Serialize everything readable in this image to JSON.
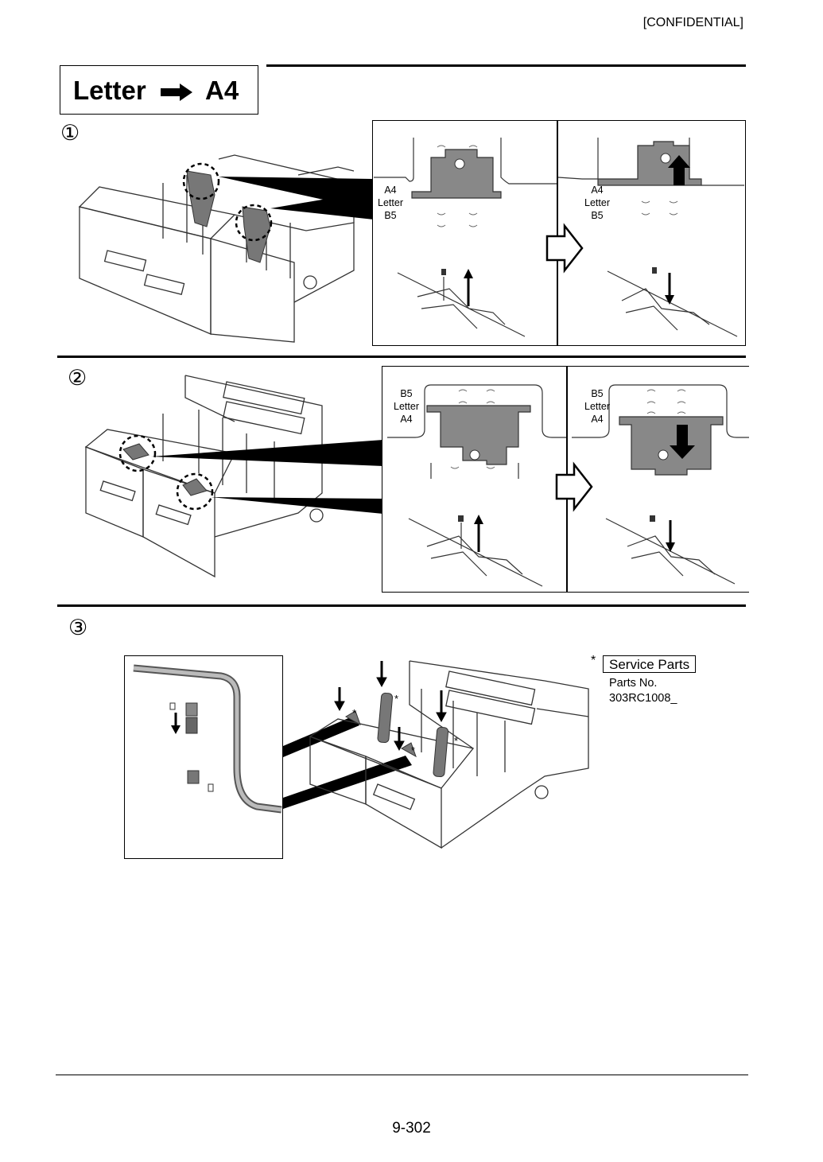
{
  "header": {
    "confidential": "[CONFIDENTIAL]"
  },
  "title": {
    "from": "Letter",
    "to": "A4"
  },
  "steps": [
    {
      "number": "①"
    },
    {
      "number": "②"
    },
    {
      "number": "③"
    }
  ],
  "step1": {
    "left_labels": [
      "A4",
      "Letter",
      "B5"
    ],
    "right_labels": [
      "A4",
      "Letter",
      "B5"
    ]
  },
  "step2": {
    "left_labels": [
      "B5",
      "Letter",
      "A4"
    ],
    "right_labels": [
      "B5",
      "Letter",
      "A4"
    ]
  },
  "service_parts": {
    "star": "*",
    "label": "Service Parts",
    "parts_no_label": "Parts No.",
    "parts_no": "303RC1008_"
  },
  "footer": {
    "page_number": "9-302"
  },
  "icons": [
    "arrow-right-icon",
    "arrow-up-icon",
    "arrow-down-icon",
    "hollow-arrow-right-icon",
    "screw-icon",
    "dashed-circle-callout-icon"
  ]
}
